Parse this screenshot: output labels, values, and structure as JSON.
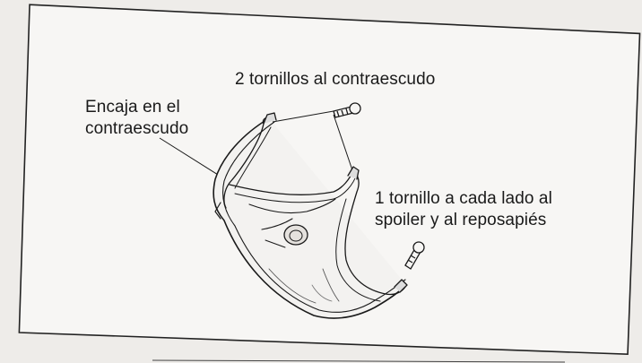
{
  "figure": {
    "labels": {
      "screws_top": "2 tornillos al contraescudo",
      "fits_into": {
        "line1": "Encaja en el",
        "line2": "contraescudo"
      },
      "side_screw": {
        "line1": "1 tornillo a cada lado al",
        "line2": "spoiler y al reposapiés"
      }
    },
    "colors": {
      "paper": "#f1f0ee",
      "panel": "#f7f6f4",
      "ink": "#1a1a1a",
      "shade": "#d6d3cf"
    }
  }
}
